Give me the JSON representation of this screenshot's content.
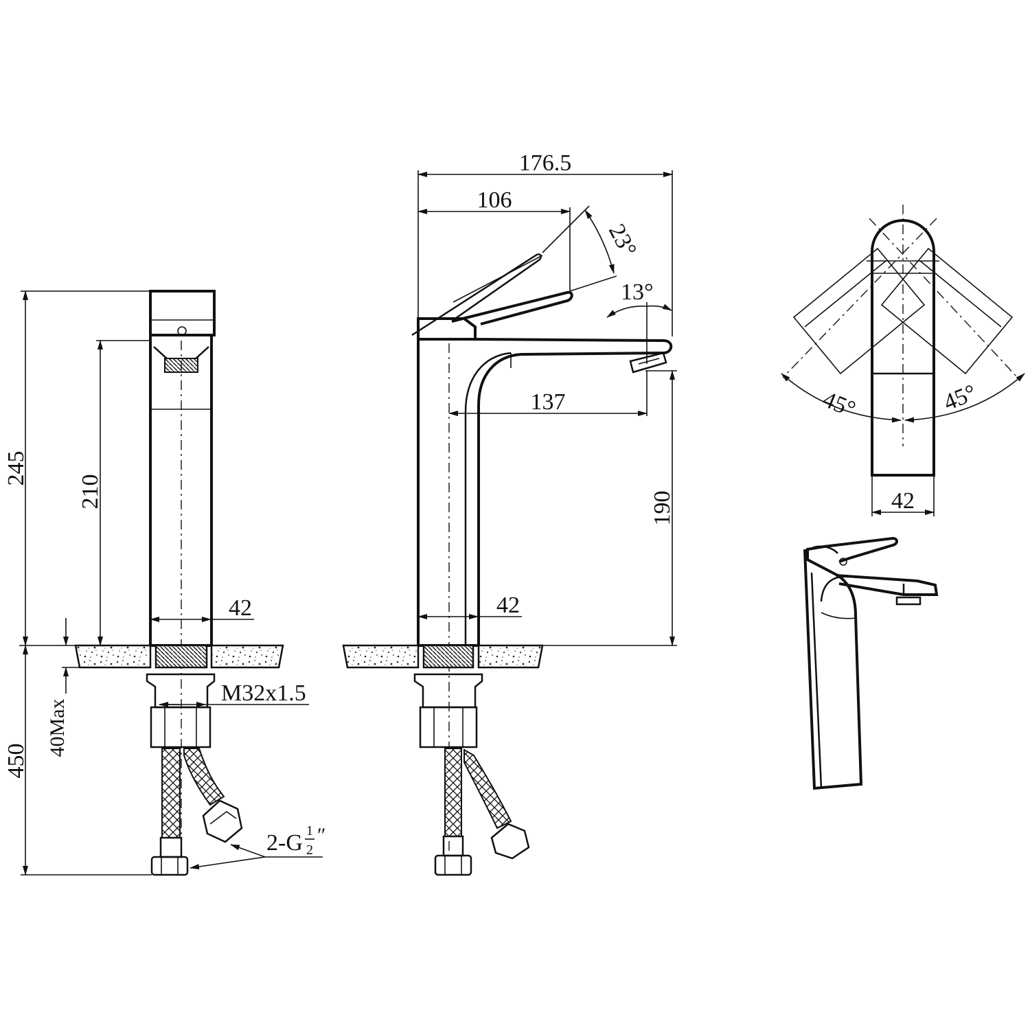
{
  "colors": {
    "line": "#111111",
    "background": "#ffffff"
  },
  "views": {
    "front": {
      "dim_total_height": "245",
      "dim_spout_height": "210",
      "dim_body_width": "42",
      "dim_below_deck": "450",
      "dim_deck_max": "40Max",
      "thread_spec": "M32x1.5",
      "hose_spec_prefix": "2-G",
      "hose_spec_num": "1",
      "hose_spec_den": "2",
      "hose_spec_suffix": "″"
    },
    "side": {
      "dim_overall_length": "176.5",
      "dim_lever_length": "106",
      "dim_lever_angle": "23°",
      "dim_spout_angle": "13°",
      "dim_spout_reach": "137",
      "dim_spout_clearance": "190",
      "dim_body_width": "42"
    },
    "top": {
      "dim_left_rotation": "45°",
      "dim_right_rotation": "45°",
      "dim_body_width": "42"
    },
    "perspective": {}
  }
}
